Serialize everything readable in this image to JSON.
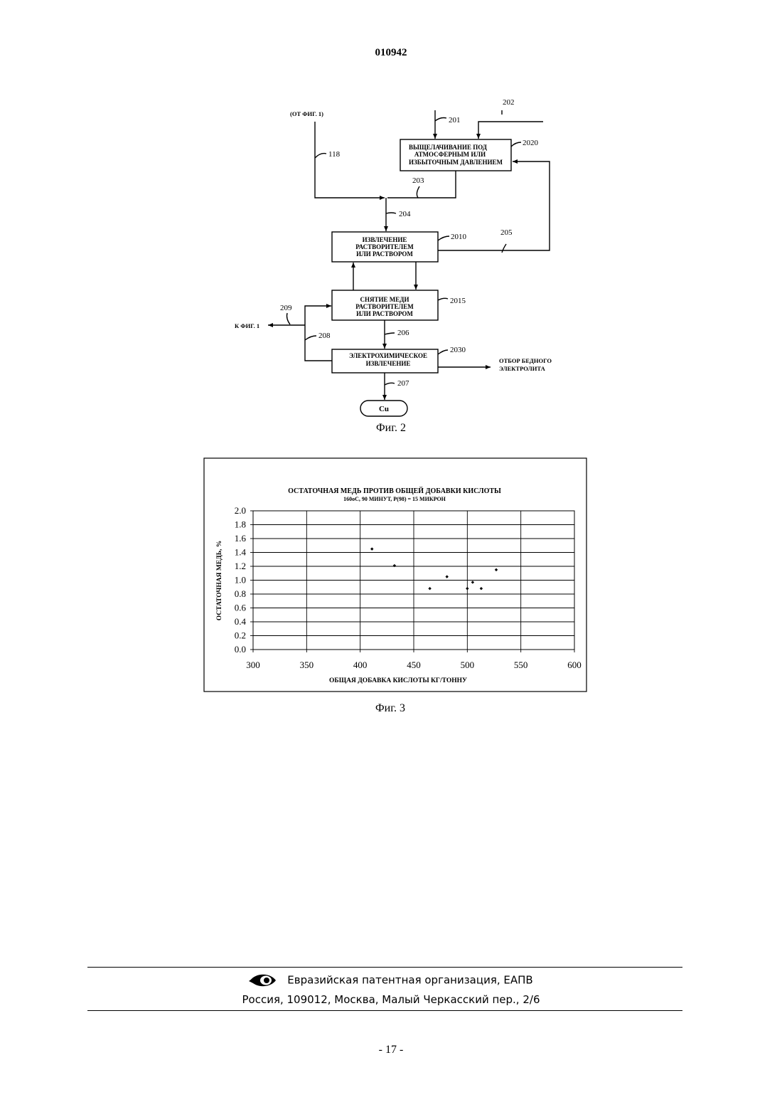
{
  "header": {
    "patent_number": "010942"
  },
  "figure2": {
    "caption": "Фиг. 2",
    "boxes": {
      "leach": [
        "ВЫЩЕЛАЧИВАНИЕ ПОД",
        "АТМОСФЕРНЫМ ИЛИ",
        "ИЗБЫТОЧНЫМ ДАВЛЕНИЕМ"
      ],
      "solvent_extraction": [
        "ИЗВЛЕЧЕНИЕ",
        "РАСТВОРИТЕЛЕМ",
        "ИЛИ РАСТВОРОМ"
      ],
      "stripping": [
        "СНЯТИЕ МЕДИ",
        "РАСТВОРИТЕЛЕМ",
        "ИЛИ РАСТВОРОМ"
      ],
      "electrowinning": [
        "ЭЛЕКТРОХИМИЧЕСКОЕ",
        "ИЗВЛЕЧЕНИЕ"
      ],
      "product": "Cu"
    },
    "labels": {
      "from_fig1": "(ОТ ФИГ. 1)",
      "to_fig1": "К ФИГ. 1",
      "lean_electrolyte": [
        "ОТБОР БЕДНОГО",
        "ЭЛЕКТРОЛИТА"
      ]
    },
    "refs": {
      "r201": "201",
      "r202": "202",
      "r2020": "2020",
      "r118": "118",
      "r203": "203",
      "r204": "204",
      "r2010": "2010",
      "r205": "205",
      "r2015": "2015",
      "r209": "209",
      "r208": "208",
      "r206": "206",
      "r2030": "2030",
      "r207": "207"
    }
  },
  "figure3": {
    "caption": "Фиг. 3"
  },
  "chart_data": {
    "type": "scatter",
    "title": "ОСТАТОЧНАЯ МЕДЬ ПРОТИВ ОБЩЕЙ ДОБАВКИ КИСЛОТЫ",
    "subtitle": "160оС, 90 МИНУТ, P(98) = 15 МИКРОН",
    "xlabel": "ОБЩАЯ ДОБАВКА КИСЛОТЫ КГ/ТОННУ",
    "ylabel": "ОСТАТОЧНАЯ МЕДЬ, %",
    "xlim": [
      300,
      600
    ],
    "ylim": [
      0.0,
      2.0
    ],
    "xticks": [
      "300",
      "350",
      "400",
      "450",
      "500",
      "550",
      "600"
    ],
    "yticks": [
      "0.0",
      "0.2",
      "0.4",
      "0.6",
      "0.8",
      "1.0",
      "1.2",
      "1.4",
      "1.6",
      "1.8",
      "2.0"
    ],
    "grid": true,
    "points": [
      {
        "x": 411,
        "y": 1.45
      },
      {
        "x": 432,
        "y": 1.21
      },
      {
        "x": 465,
        "y": 0.88
      },
      {
        "x": 481,
        "y": 1.05
      },
      {
        "x": 500,
        "y": 0.88
      },
      {
        "x": 505,
        "y": 0.97
      },
      {
        "x": 513,
        "y": 0.88
      },
      {
        "x": 527,
        "y": 1.15
      }
    ]
  },
  "footer": {
    "org": "Евразийская патентная организация, ЕАПВ",
    "address": "Россия, 109012, Москва, Малый Черкасский пер., 2/6",
    "logo_icon": "eapo-eye-logo-icon"
  },
  "page": {
    "number": "- 17 -"
  }
}
